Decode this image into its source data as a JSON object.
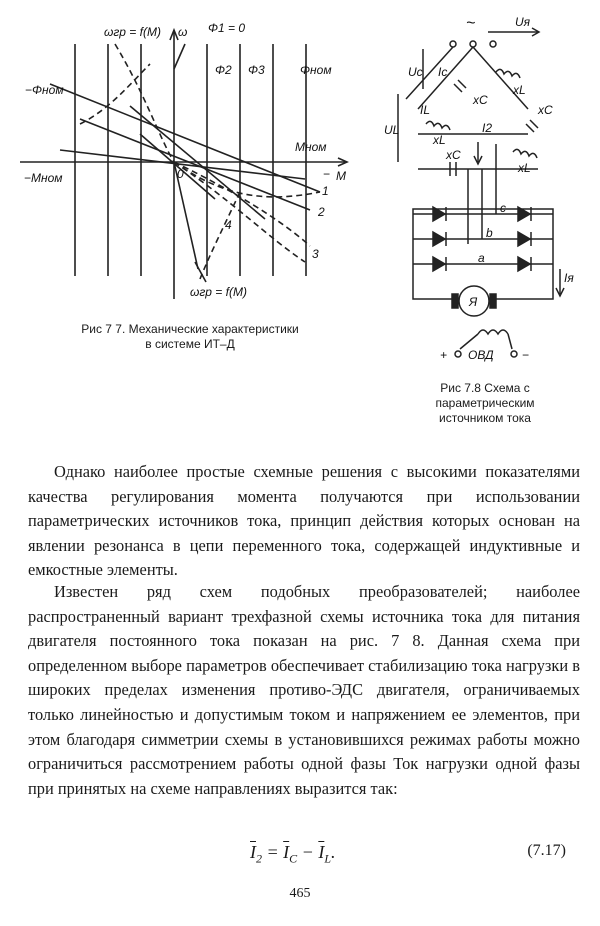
{
  "fig77": {
    "caption_line1": "Рис  7 7. Механические характеристики",
    "caption_line2": "в системе ИТ–Д",
    "labels": {
      "omega_gr_top": "ωгр = f(M)",
      "omega": "ω",
      "phi1": "Φ1 = 0",
      "phi2": "Φ2",
      "phi3": "Φ3",
      "phi_nom_right": "Φном",
      "phi_nom_left": "−Φном",
      "m_nom": "Mном",
      "m_nom_neg": "−Mном",
      "origin": "0",
      "m_axis": "M",
      "minus": "−",
      "c1": "1",
      "c2": "2",
      "c3": "3",
      "c4": "4",
      "omega_gr_bottom": "ωгр = f(M)"
    }
  },
  "fig78": {
    "caption_line1": "Рис  7.8  Схема с",
    "caption_line2": "параметрическим",
    "caption_line3": "источником тока",
    "labels": {
      "tilde": "~",
      "u_a": "Uя",
      "u_c": "Uc",
      "u_l": "UL",
      "i_c": "Ic",
      "i_l": "IL",
      "i_2": "I2",
      "xc1": "xC",
      "xl1": "xL",
      "xc2": "xC",
      "xl2": "xL",
      "xc3": "xC",
      "xl3": "xL",
      "node_a": "a",
      "node_b": "b",
      "node_c": "c",
      "i_a": "Iя",
      "motor": "Я",
      "ovd": "ОВД",
      "plus": "+",
      "minus": "−"
    }
  },
  "text": {
    "para1": "Однако наиболее простые схемные решения с высокими показателями качества регулирования момента получаются при использовании параметрических источников тока, принцип действия которых основан на явлении резонанса в цепи переменного тока, содержащей индуктивные и емкостные элементы.",
    "para2": "Известен ряд схем подобных преобразователей; наиболее распространенный вариант трехфазной схемы источника тока для питания двигателя постоянного тока показан на рис. 7 8. Данная схема при определенном выборе параметров обеспечивает стабилизацию тока нагрузки в широких пределах изменения противо-ЭДС двигателя, ограничиваемых только линейностью и допустимым током и напряжением ее элементов, при этом благодаря симметрии схемы в установившихся режимах работы можно ограничиться рассмотрением работы одной фазы  Ток нагрузки одной фазы при принятых на схеме направлениях выразится так:"
  },
  "formula": {
    "lhs": "I",
    "lhs_sub": "2",
    "eq": " = ",
    "t1": "I",
    "t1_sub": "C",
    "op": " − ",
    "t2": "I",
    "t2_sub": "L",
    "end": ".",
    "number": "(7.17)"
  },
  "page_number": "465"
}
